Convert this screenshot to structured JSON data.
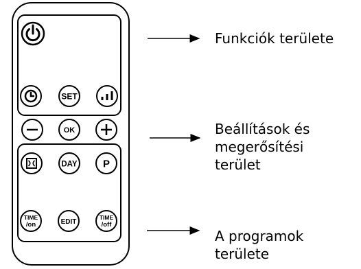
{
  "remote": {
    "buttons": {
      "set": "SET",
      "ok": "OK",
      "day": "DAY",
      "p": "P",
      "edit": "EDIT",
      "time_on_top": "TIME",
      "time_on_bottom": "/on",
      "time_off_top": "TIME",
      "time_off_bottom": "/off"
    }
  },
  "labels": {
    "functions": "Funkciók területe",
    "settings_line1": "Beállítások és",
    "settings_line2": "megerősítési",
    "settings_line3": "terület",
    "programs_line1": "A programok",
    "programs_line2": "területe"
  }
}
